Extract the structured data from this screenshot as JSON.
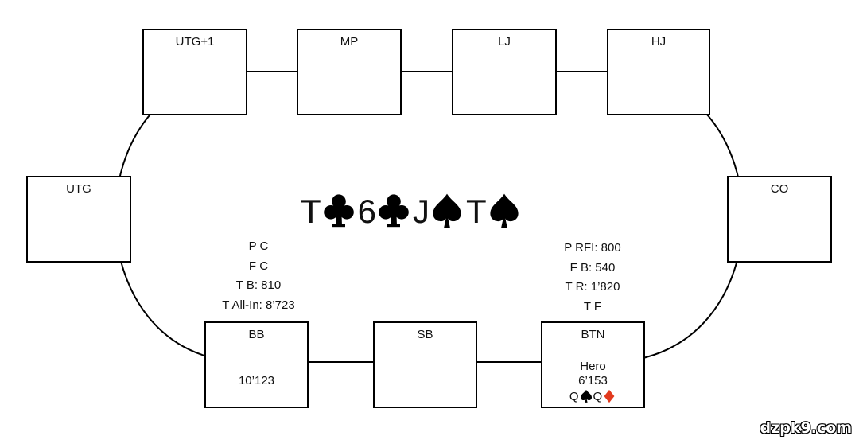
{
  "seats": {
    "utg1": {
      "label": "UTG+1"
    },
    "mp": {
      "label": "MP"
    },
    "lj": {
      "label": "LJ"
    },
    "hj": {
      "label": "HJ"
    },
    "utg": {
      "label": "UTG"
    },
    "co": {
      "label": "CO"
    },
    "bb": {
      "label": "BB",
      "stack": "10’123"
    },
    "sb": {
      "label": "SB"
    },
    "btn": {
      "label": "BTN",
      "player": "Hero",
      "stack": "6’153",
      "hole_cards": [
        {
          "rank": "Q",
          "suit": "spade"
        },
        {
          "rank": "Q",
          "suit": "diamond"
        }
      ]
    }
  },
  "board": [
    {
      "rank": "T",
      "suit": "club"
    },
    {
      "rank": "6",
      "suit": "club"
    },
    {
      "rank": "J",
      "suit": "spade"
    },
    {
      "rank": "T",
      "suit": "spade"
    }
  ],
  "bb_actions": [
    "P C",
    "F C",
    "T B: 810",
    "T All-In: 8’723"
  ],
  "btn_actions": [
    "P RFI: 800",
    "F B: 540",
    "T R: 1’820",
    "T F"
  ],
  "watermark": "dzpk9.com",
  "colors": {
    "black_suit": "#000000",
    "red_suit": "#e23a1e"
  }
}
